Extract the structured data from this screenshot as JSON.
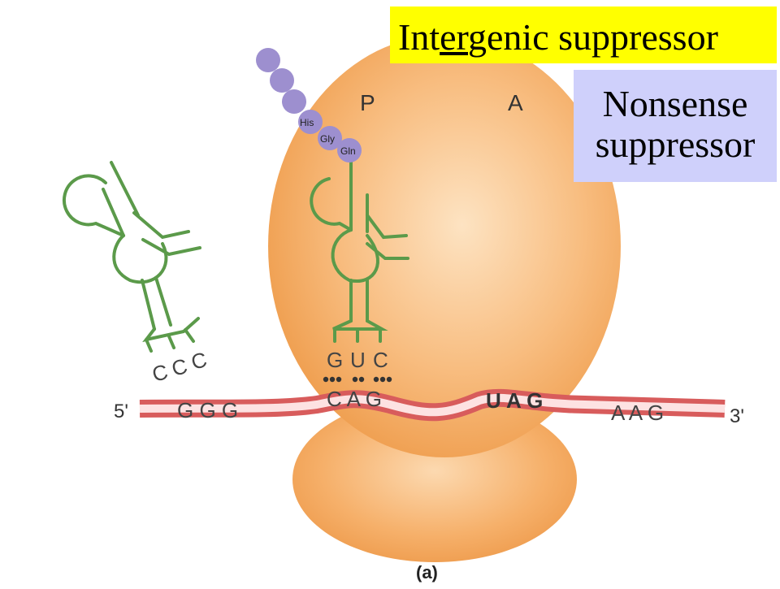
{
  "labels": {
    "intergenic_prefix": "Int",
    "intergenic_underlined": "er",
    "intergenic_suffix": "genic suppressor",
    "nonsense_line1": "Nonsense",
    "nonsense_line2": "suppressor",
    "site_p": "P",
    "site_a": "A",
    "panel": "(a)",
    "mrna_5prime": "5'",
    "mrna_3prime": "3'"
  },
  "mrna_codons": [
    "G G G",
    "C A G",
    "U A G",
    "A A G"
  ],
  "trna_free_anticodon": [
    "C",
    "C",
    "C"
  ],
  "trna_bound_anticodon": [
    "G",
    "U",
    "C"
  ],
  "peptide_labels": [
    "His",
    "Gly",
    "Gln"
  ],
  "colors": {
    "ribosome": "#f4a75c",
    "trna": "#5b9a4a",
    "peptide": "#9d8fcf",
    "mrna_fill": "#f8c0c0",
    "mrna_edge": "#e06868",
    "highlight_yellow": "#ffff00",
    "highlight_blue": "#cfd0fb"
  }
}
